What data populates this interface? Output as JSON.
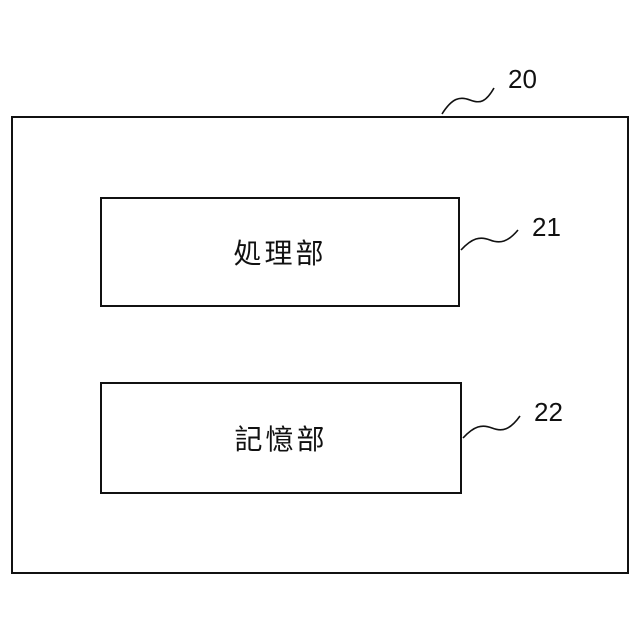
{
  "diagram": {
    "outer": {
      "ref": "20"
    },
    "blocks": [
      {
        "ref": "21",
        "label": "処理部"
      },
      {
        "ref": "22",
        "label": "記憶部"
      }
    ]
  }
}
